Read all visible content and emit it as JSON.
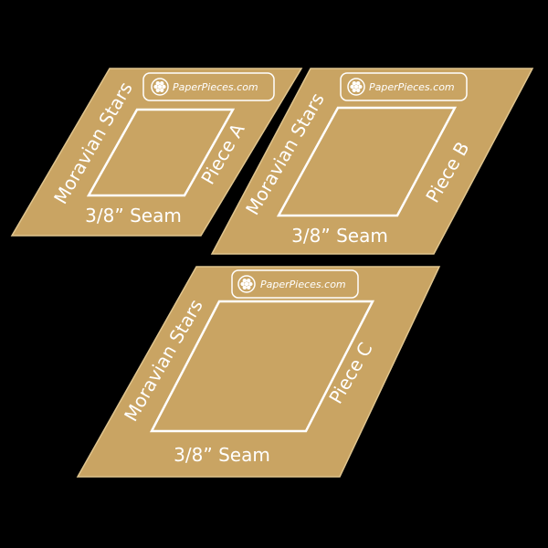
{
  "scene": {
    "description_free": true,
    "background_color": "#000000",
    "template_color": "#c9a463",
    "template_edge_color": "#e0c58e",
    "line_color": "#ffffff"
  },
  "templates": [
    {
      "id": "a",
      "brand": "PaperPieces.com",
      "pattern_label": "Moravian Stars",
      "piece_label": "Piece A",
      "seam_label": "3/8” Seam",
      "logo_icon": "honeycomb-logo-icon"
    },
    {
      "id": "b",
      "brand": "PaperPieces.com",
      "pattern_label": "Moravian Stars",
      "piece_label": "Piece B",
      "seam_label": "3/8” Seam",
      "logo_icon": "honeycomb-logo-icon"
    },
    {
      "id": "c",
      "brand": "PaperPieces.com",
      "pattern_label": "Moravian Stars",
      "piece_label": "Piece C",
      "seam_label": "3/8” Seam",
      "logo_icon": "honeycomb-logo-icon"
    }
  ]
}
